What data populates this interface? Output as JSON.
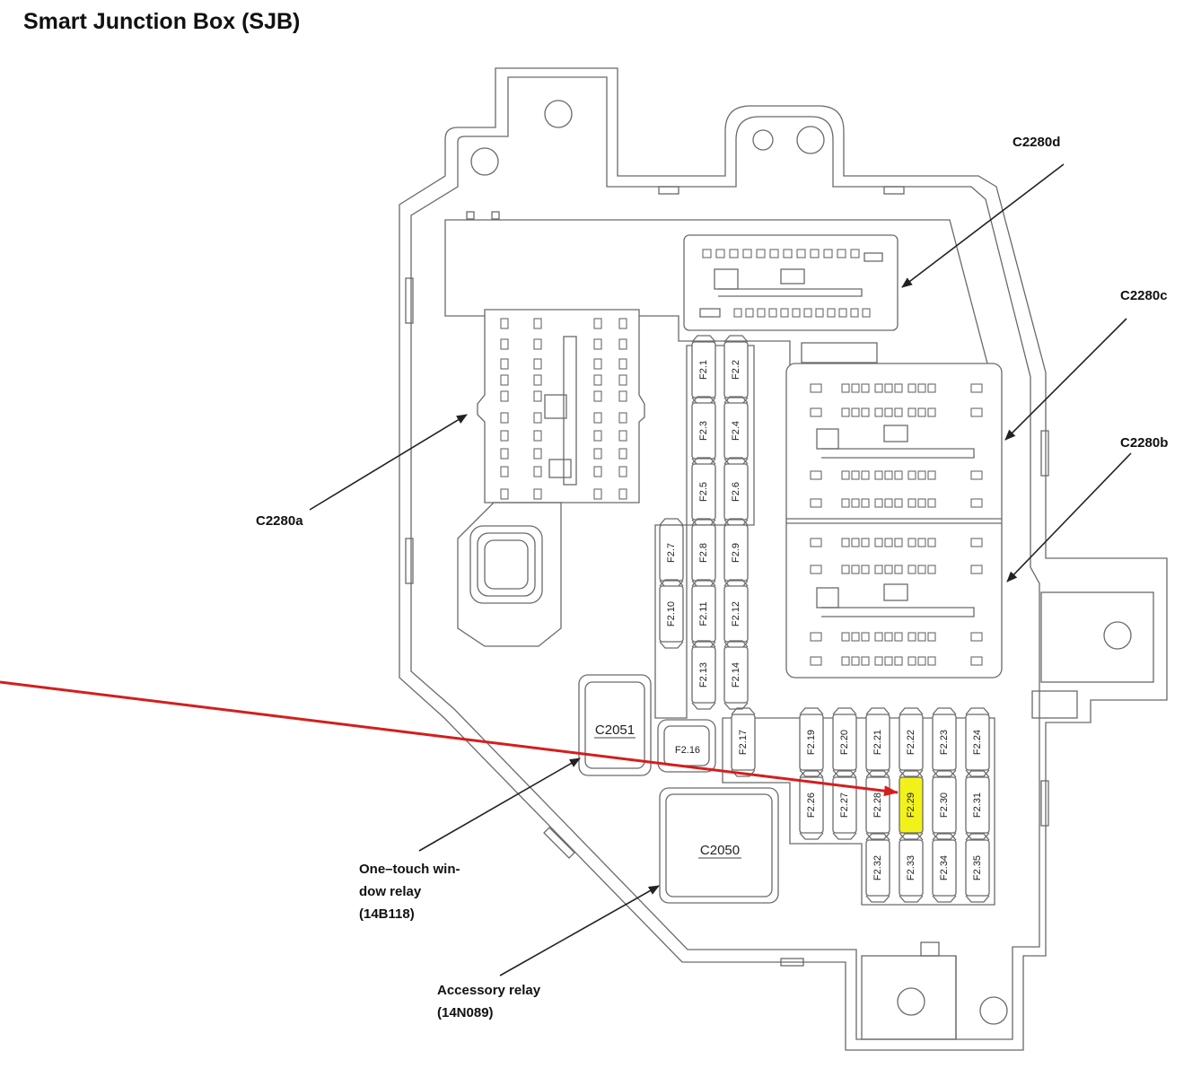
{
  "title": "Smart Junction Box (SJB)",
  "connectors": {
    "c2280d": "C2280d",
    "c2280c": "C2280c",
    "c2280b": "C2280b",
    "c2280a": "C2280a",
    "c2051": "C2051",
    "c2050": "C2050"
  },
  "fuses": {
    "f2_1": "F2.1",
    "f2_2": "F2.2",
    "f2_3": "F2.3",
    "f2_4": "F2.4",
    "f2_5": "F2.5",
    "f2_6": "F2.6",
    "f2_7": "F2.7",
    "f2_8": "F2.8",
    "f2_9": "F2.9",
    "f2_10": "F2.10",
    "f2_11": "F2.11",
    "f2_12": "F2.12",
    "f2_13": "F2.13",
    "f2_14": "F2.14",
    "f2_16": "F2.16",
    "f2_17": "F2.17",
    "f2_19": "F2.19",
    "f2_20": "F2.20",
    "f2_21": "F2.21",
    "f2_22": "F2.22",
    "f2_23": "F2.23",
    "f2_24": "F2.24",
    "f2_26": "F2.26",
    "f2_27": "F2.27",
    "f2_28": "F2.28",
    "f2_29": "F2.29",
    "f2_30": "F2.30",
    "f2_31": "F2.31",
    "f2_32": "F2.32",
    "f2_33": "F2.33",
    "f2_34": "F2.34",
    "f2_35": "F2.35"
  },
  "relays": {
    "one_touch_line1": "One–touch win-",
    "one_touch_line2": "dow relay",
    "one_touch_code": "(14B118)",
    "accessory_line1": "Accessory relay",
    "accessory_code": "(14N089)"
  },
  "highlight": {
    "fuse": "F2.29",
    "fill_color": "#f2f21a",
    "arrow_color": "#d41e1e"
  }
}
